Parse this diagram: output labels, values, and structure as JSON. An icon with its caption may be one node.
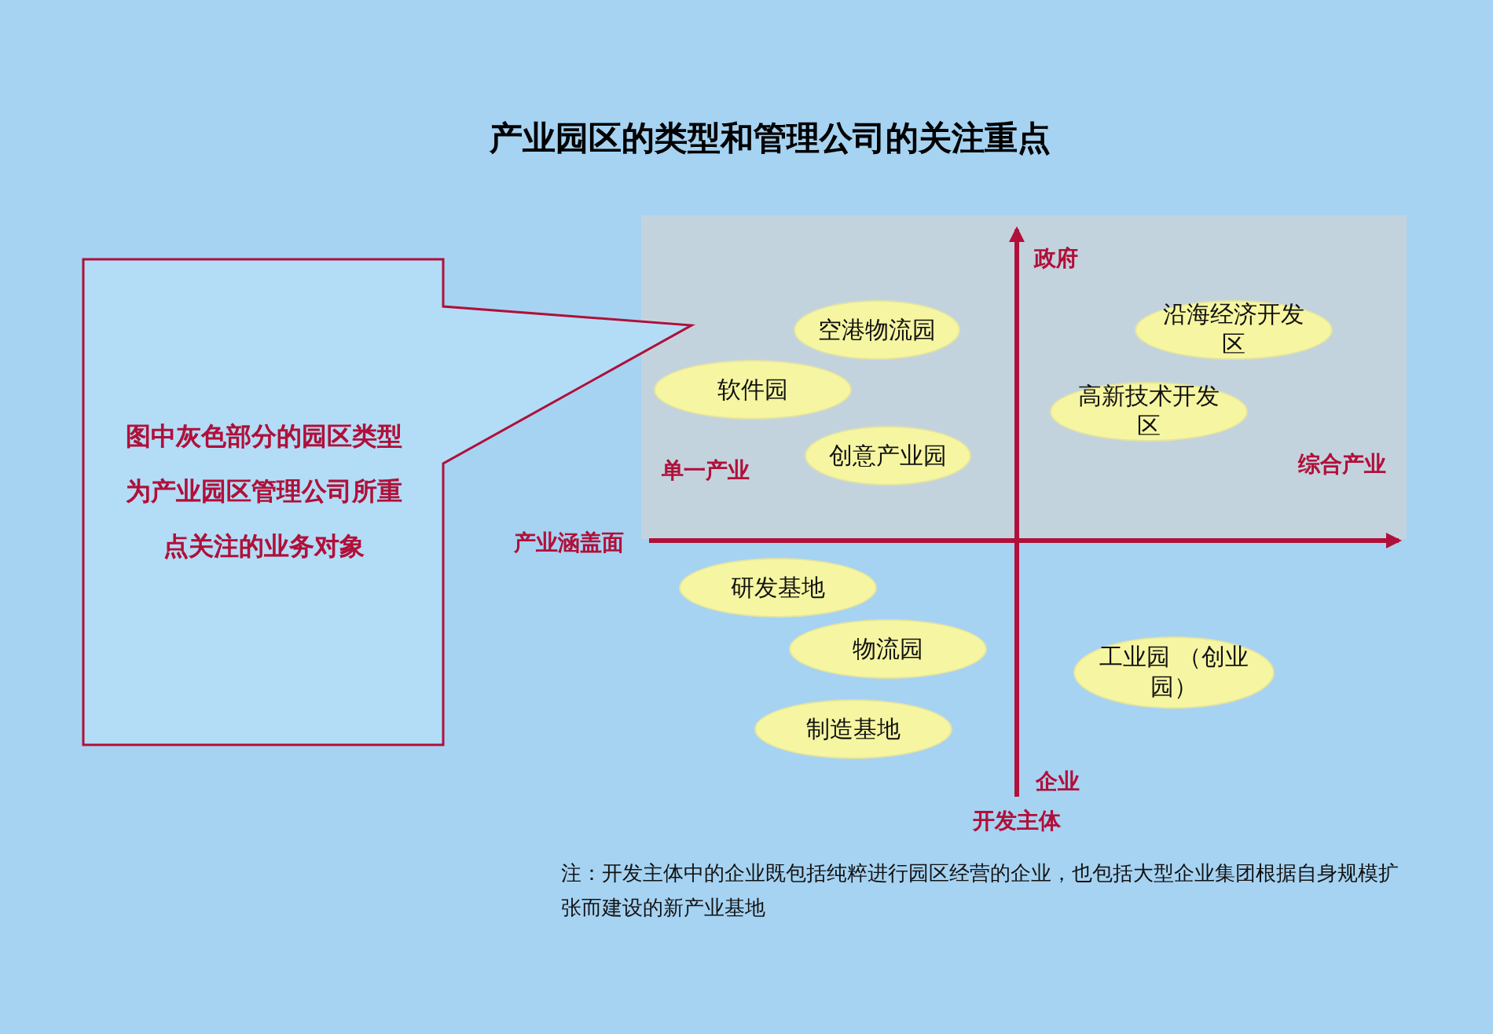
{
  "diagram": {
    "title": "产业园区的类型和管理公司的关注重点",
    "nodes": [
      {
        "text": [
          "图中灰色部分的园区类型为产业园区管理公司所重点关注的业务对象"
        ]
      },
      {
        "text": [
          "空港物流园"
        ]
      },
      {
        "text": [
          "沿海经济开发区"
        ]
      },
      {
        "text": [
          "软件园"
        ]
      },
      {
        "text": [
          "高新技术开发区"
        ]
      },
      {
        "text": [
          "创意产业园"
        ]
      },
      {
        "text": [
          "研发基地"
        ]
      },
      {
        "text": [
          "物流园"
        ]
      },
      {
        "text": [
          "工业园 （创业园）"
        ]
      },
      {
        "text": [
          "制造基地"
        ]
      }
    ],
    "labels": [
      "政府",
      "单一产业",
      "综合产业",
      "产业涵盖面",
      "企业",
      "开发主体"
    ],
    "caption": "注：开发主体中的企业既包括纯粹进行园区经营的企业，也包括大型企业集团根据自身规模扩张而建设的新产业基地"
  }
}
